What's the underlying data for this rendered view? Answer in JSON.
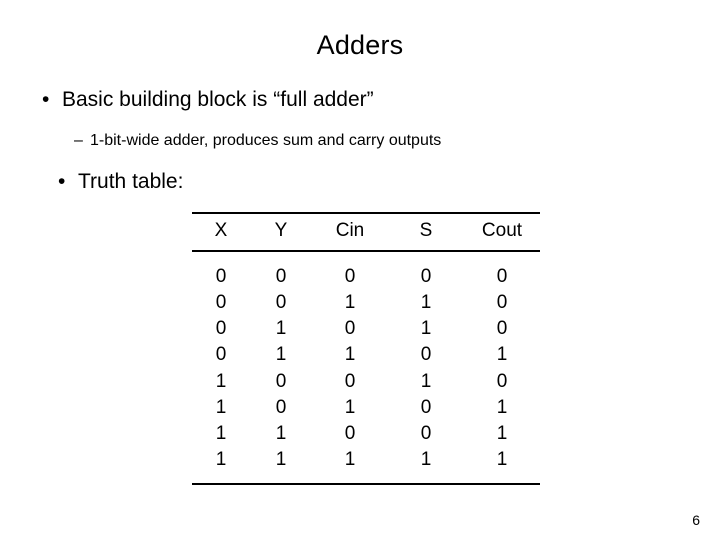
{
  "slide": {
    "title": "Adders",
    "bullets": [
      {
        "marker": "•",
        "text": "Basic building block is “full adder”",
        "level": 1
      },
      {
        "marker": "–",
        "text": "1-bit-wide adder, produces sum and carry outputs",
        "level": 2
      },
      {
        "marker": "•",
        "text": "Truth table:",
        "level": 1
      }
    ],
    "page_number": "6"
  },
  "truth_table": {
    "headers": [
      "X",
      "Y",
      "Cin",
      "S",
      "Cout"
    ],
    "rows": [
      [
        "0",
        "0",
        "0",
        "0",
        "0"
      ],
      [
        "0",
        "0",
        "1",
        "1",
        "0"
      ],
      [
        "0",
        "1",
        "0",
        "1",
        "0"
      ],
      [
        "0",
        "1",
        "1",
        "0",
        "1"
      ],
      [
        "1",
        "0",
        "0",
        "1",
        "0"
      ],
      [
        "1",
        "0",
        "1",
        "0",
        "1"
      ],
      [
        "1",
        "1",
        "0",
        "0",
        "1"
      ],
      [
        "1",
        "1",
        "1",
        "1",
        "1"
      ]
    ]
  }
}
